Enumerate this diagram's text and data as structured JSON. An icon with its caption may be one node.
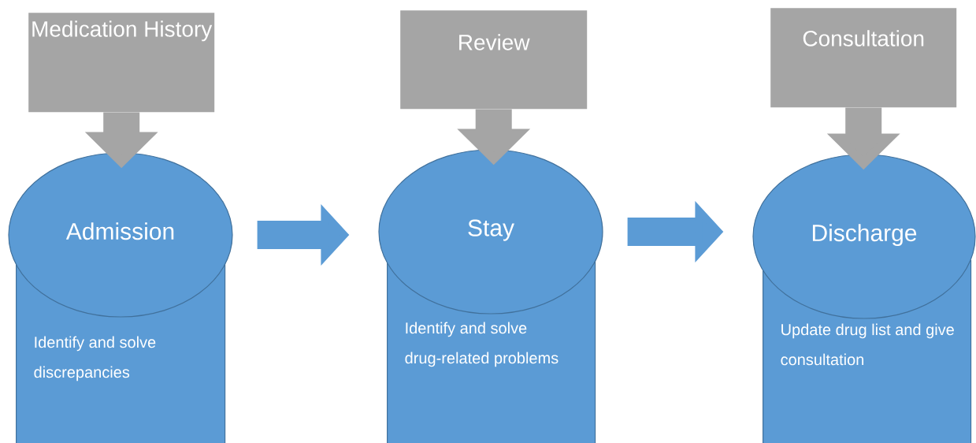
{
  "diagram": {
    "nodes": [
      {
        "text": [
          "Medication History"
        ]
      },
      {
        "text": [
          "Admission"
        ]
      },
      {
        "text": [
          "Identify and solve discrepancies"
        ]
      },
      {
        "text": [
          "Review"
        ]
      },
      {
        "text": [
          "Stay"
        ]
      },
      {
        "text": [
          "Identify and solve drug-related problems"
        ]
      },
      {
        "text": [
          "Consultation"
        ]
      },
      {
        "text": [
          "Discharge"
        ]
      },
      {
        "text": [
          "Update drug list and give consultation"
        ]
      }
    ],
    "edges": [
      {
        "from": 0,
        "to": 1,
        "arrow": "to"
      },
      {
        "from": 3,
        "to": 4,
        "arrow": "to"
      },
      {
        "from": 6,
        "to": 7,
        "arrow": "to"
      },
      {
        "from": 1,
        "to": 4,
        "arrow": "to",
        "color": "#5b9bd5"
      },
      {
        "from": 4,
        "to": 7,
        "arrow": "to",
        "color": "#5b9bd5"
      }
    ]
  }
}
